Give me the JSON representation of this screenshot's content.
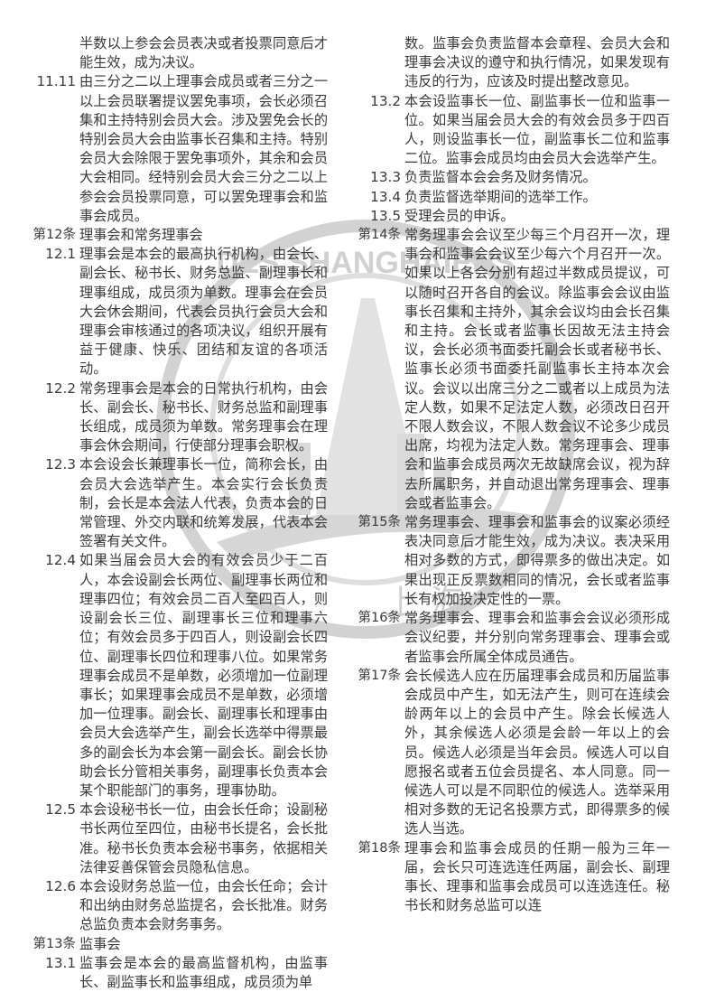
{
  "watermark": {
    "text": "DES SHANGHAÏENS",
    "chinese_text": "上 海",
    "color": "#c8c8c8"
  },
  "left_column": {
    "continuation": "半数以上参会会员表决或者投票同意后才能生效，成为决议。",
    "items": [
      {
        "num": "11.11",
        "type": "sub",
        "text": "由三分之二以上理事会成员或者三分之一以上会员联署提议罢免事项，会长必须召集和主持特别会员大会。涉及罢免会长的特别会员大会由监事长召集和主持。特别会员大会除限于罢免事项外，其余和会员大会相同。经特别会员大会三分之二以上参会会员投票同意，可以罢免理事会和监事会成员。"
      },
      {
        "num": "第12条",
        "type": "art",
        "text": "理事会和常务理事会"
      },
      {
        "num": "12.1",
        "type": "sub",
        "text": "理事会是本会的最高执行机构，由会长、副会长、秘书长、财务总监、副理事长和理事组成，成员须为单数。理事会在会员大会休会期间，代表会员执行会员大会和理事会审核通过的各项决议，组织开展有益于健康、快乐、团结和友谊的各项活动。"
      },
      {
        "num": "12.2",
        "type": "sub",
        "text": "常务理事会是本会的日常执行机构，由会长、副会长、秘书长、财务总监和副理事长组成，成员须为单数。常务理事会在理事会休会期间，行使部分理事会职权。"
      },
      {
        "num": "12.3",
        "type": "sub",
        "text": "本会设会长兼理事长一位，简称会长，由会员大会选举产生。本会实行会长负责制，会长是本会法人代表，负责本会的日常管理、外交内联和统筹发展，代表本会签署有关文件。"
      },
      {
        "num": "12.4",
        "type": "sub",
        "text": "如果当届会员大会的有效会员少于二百人，本会设副会长两位、副理事长两位和理事四位；有效会员二百人至四百人，则设副会长三位、副理事长三位和理事六位；有效会员多于四百人，则设副会长四位、副理事长四位和理事八位。如果常务理事会成员不是单数，必须增加一位副理事长；如果理事会成员不是单数，必须增加一位理事。副会长、副理事长和理事由会员大会选举产生，副会长选举中得票最多的副会长为本会第一副会长。副会长协助会长分管相关事务，副理事长负责本会某个职能部门的事务，理事协助。"
      },
      {
        "num": "12.5",
        "type": "sub",
        "text": "本会设秘书长一位，由会长任命；设副秘书长两位至四位，由秘书长提名，会长批准。秘书长负责本会秘书事务，依据相关法律妥善保管会员隐私信息。"
      },
      {
        "num": "12.6",
        "type": "sub",
        "text": "本会设财务总监一位，由会长任命；会计和出纳由财务总监提名，会长批准。财务总监负责本会财务事务。"
      },
      {
        "num": "第13条",
        "type": "art",
        "text": "监事会"
      },
      {
        "num": "13.1",
        "type": "sub",
        "text": "监事会是本会的最高监督机构，由监事长、副监事长和监事组成，成员须为单"
      }
    ]
  },
  "right_column": {
    "continuation": "数。监事会负责监督本会章程、会员大会和理事会决议的遵守和执行情况，如果发现有违反的行为，应该及时提出整改意见。",
    "items": [
      {
        "num": "13.2",
        "type": "sub",
        "text": "本会设监事长一位、副监事长一位和监事一位。如果当届会员大会的有效会员多于四百人，则设监事长一位，副监事长二位和监事二位。监事会成员均由会员大会选举产生。"
      },
      {
        "num": "13.3",
        "type": "sub",
        "text": "负责监督本会会务及财务情况。"
      },
      {
        "num": "13.4",
        "type": "sub",
        "text": "负责监督选举期间的选举工作。"
      },
      {
        "num": "13.5",
        "type": "sub",
        "text": "受理会员的申诉。"
      },
      {
        "num": "第14条",
        "type": "art",
        "text": "常务理事会会议至少每三个月召开一次，理事会和监事会会议至少每六个月召开一次。如果以上各会分别有超过半数成员提议，可以随时召开各自的会议。除监事会会议由监事长召集和主持外，其余会议均由会长召集和主持。会长或者监事长因故无法主持会议，会长必须书面委托副会长或者秘书长、监事长必须书面委托副监事长主持本次会议。会议以出席三分之二或者以上成员为法定人数，如果不足法定人数，必须改日召开不限人数会议，不限人数会议不论多少成员出席，均视为法定人数。常务理事会、理事会和监事会成员两次无故缺席会议，视为辞去所属职务，并自动退出常务理事会、理事会或者监事会。"
      },
      {
        "num": "第15条",
        "type": "art",
        "text": "常务理事会、理事会和监事会的议案必须经表决同意后才能生效，成为决议。表决采用相对多数的方式，即得票多的做出决定。如果出现正反票数相同的情况，会长或者监事长有权加投决定性的一票。"
      },
      {
        "num": "第16条",
        "type": "art",
        "text": "常务理事会、理事会和监事会会议必须形成会议纪要，并分别向常务理事会、理事会或者监事会所属全体成员通告。"
      },
      {
        "num": "第17条",
        "type": "art",
        "text": "会长候选人应在历届理事会成员和历届监事会成员中产生，如无法产生，则可在连续会龄两年以上的会员中产生。除会长候选人外，其余候选人必须是会龄一年以上的会员。候选人必须是当年会员。候选人可以自愿报名或者五位会员提名、本人同意。同一候选人可以是不同职位的候选人。选举采用相对多数的无记名投票方式，即得票多的候选人当选。"
      },
      {
        "num": "第18条",
        "type": "art",
        "text": "理事会和监事会成员的任期一般为三年一届，会长只可连选连任两届，副会长、副理事长、理事和监事会成员可以连选连任。秘书长和财务总监可以连"
      }
    ]
  }
}
